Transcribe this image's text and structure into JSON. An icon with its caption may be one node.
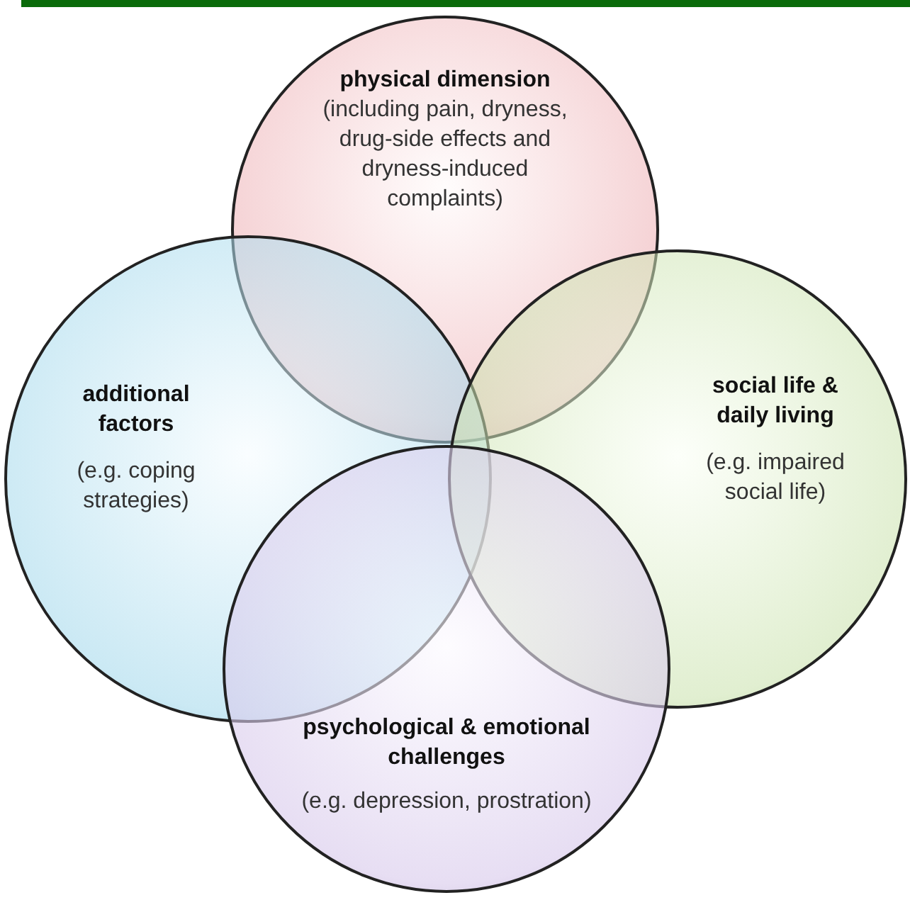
{
  "diagram": {
    "nodes": [
      {
        "text": [
          "physical dimension",
          "(including pain, dryness, drug-side effects and dryness-induced complaints)"
        ]
      },
      {
        "text": [
          "additional factors",
          "(e.g. coping strategies)"
        ]
      },
      {
        "text": [
          "social life & daily living",
          "(e.g. impaired social life)"
        ]
      },
      {
        "text": [
          "psychological & emotional challenges",
          "(e.g. depression, prostration)"
        ]
      }
    ]
  }
}
